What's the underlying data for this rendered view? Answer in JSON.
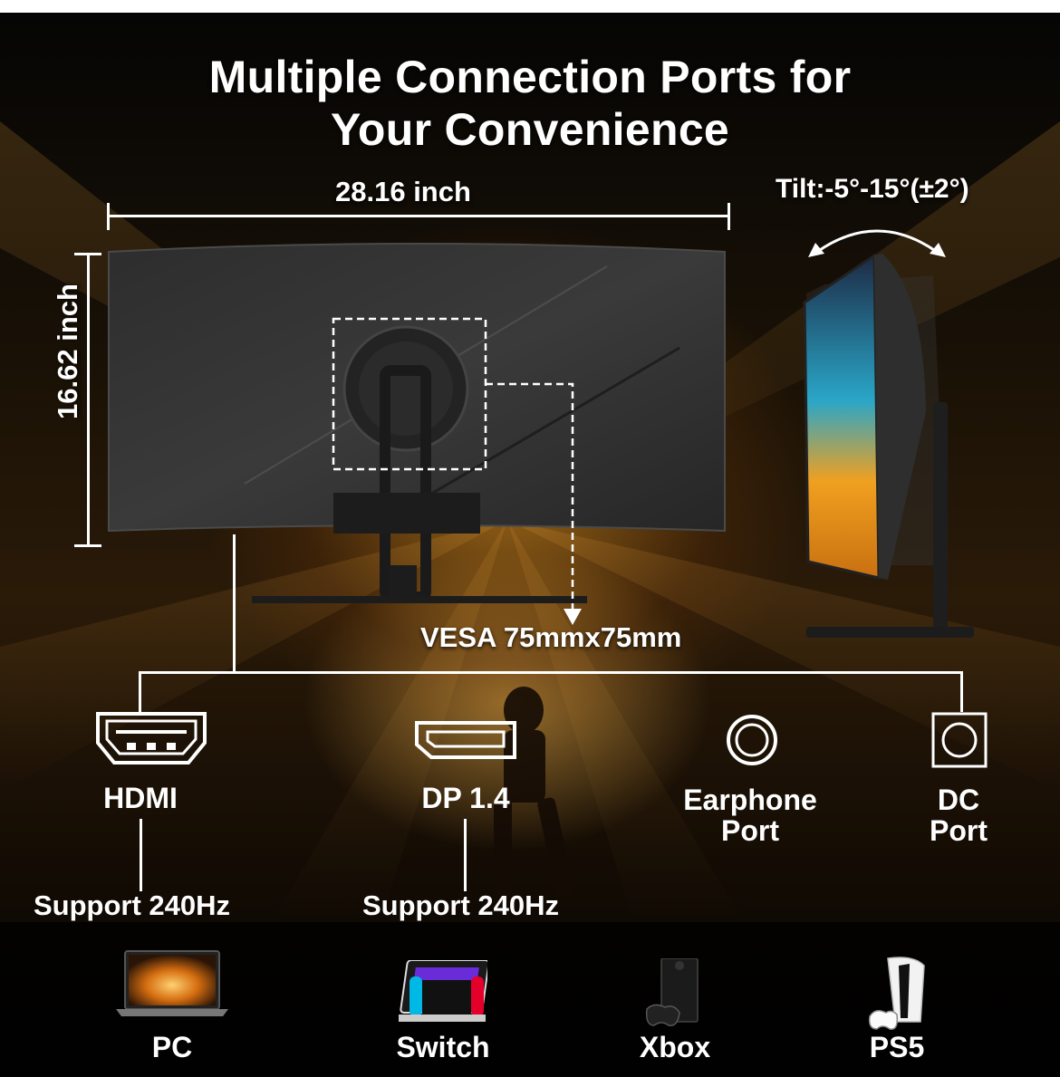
{
  "title": {
    "line1": "Multiple Connection Ports for",
    "line2": "Your Convenience"
  },
  "dimensions": {
    "width": "28.16 inch",
    "height": "16.62 inch",
    "tilt": "Tilt:-5°-15°(±2°)",
    "vesa": "VESA 75mmx75mm"
  },
  "ports": [
    {
      "name": "HDMI",
      "icon": "hdmi-port-icon",
      "support": "Support 240Hz"
    },
    {
      "name": "DP 1.4",
      "icon": "displayport-icon",
      "support": "Support 240Hz"
    },
    {
      "name_line1": "Earphone",
      "name_line2": "Port",
      "icon": "earphone-port-icon"
    },
    {
      "name_line1": "DC",
      "name_line2": "Port",
      "icon": "dc-port-icon"
    }
  ],
  "devices": [
    {
      "name": "PC",
      "icon": "laptop-icon"
    },
    {
      "name": "Switch",
      "icon": "nintendo-switch-icon"
    },
    {
      "name": "Xbox",
      "icon": "xbox-console-icon"
    },
    {
      "name": "PS5",
      "icon": "ps5-console-icon"
    }
  ],
  "colors": {
    "background": "#0a0704",
    "glow": "#ffaa28",
    "text": "#ffffff",
    "switch_red": "#e4002b",
    "switch_blue": "#00b8e6"
  }
}
